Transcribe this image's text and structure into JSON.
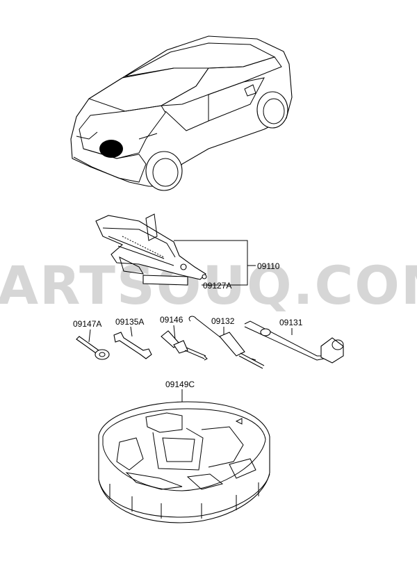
{
  "watermark": "PARTSOUQ.COM",
  "callouts": {
    "jack": "09110",
    "jack_pouch": "09127A",
    "tool_1": "09147A",
    "tool_2": "09135A",
    "tool_3": "09146",
    "tool_4": "09132",
    "tool_5": "09131",
    "tray": "09149C"
  },
  "icons": {
    "car": "vehicle-rear-three-quarter-icon",
    "jack": "scissor-jack-icon",
    "tray": "spare-tire-tool-tray-icon"
  },
  "colors": {
    "line": "#000000",
    "background": "#ffffff",
    "watermark": "#d6d6d6",
    "marker": "#000000"
  }
}
